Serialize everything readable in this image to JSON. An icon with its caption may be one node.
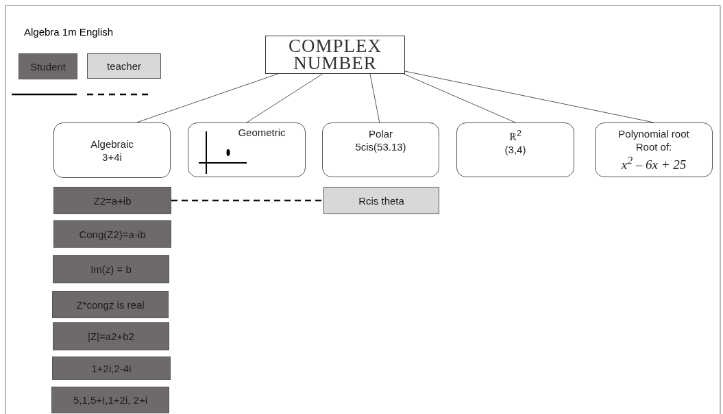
{
  "diagram": {
    "title": "Algebra 1m English",
    "nodes": [
      {
        "text": [
          "COMPLEX NUMBER"
        ]
      },
      {
        "text": [
          "Algebraic",
          "3+4i"
        ]
      },
      {
        "text": [
          "Geometric"
        ]
      },
      {
        "text": [
          "Polar",
          "5cis(53.13)"
        ]
      },
      {
        "text": [
          "ℝ$^{2}$",
          "(3,4)"
        ]
      },
      {
        "text": [
          "Polynomial root",
          "Root of:",
          "x$^{2}$ – 6x + 25"
        ]
      },
      {
        "text": [
          "Z2=a+ib"
        ]
      },
      {
        "text": [
          "Cong(Z2)=a-ib"
        ]
      },
      {
        "text": [
          "Im(z) = b"
        ]
      },
      {
        "text": [
          "Z*congz is real"
        ]
      },
      {
        "text": [
          "|Z|=a2+b2"
        ]
      },
      {
        "text": [
          "1+2i,2-4i"
        ]
      },
      {
        "text": [
          "5,1,5+I,1+2i, 2+i"
        ]
      },
      {
        "text": [
          "Rcis theta"
        ]
      }
    ],
    "edges": [
      {
        "from": 0,
        "to": 1,
        "arrow": "none"
      },
      {
        "from": 0,
        "to": 2,
        "arrow": "none"
      },
      {
        "from": 0,
        "to": 3,
        "arrow": "none"
      },
      {
        "from": 0,
        "to": 4,
        "arrow": "none"
      },
      {
        "from": 0,
        "to": 5,
        "arrow": "none"
      },
      {
        "from": 6,
        "to": 13,
        "arrow": "none",
        "style": "dashed"
      }
    ],
    "legend": [
      {
        "text": "Student",
        "color": "#6f6a6a"
      },
      {
        "text": "teacher",
        "color": "#d8d8d8"
      }
    ]
  }
}
